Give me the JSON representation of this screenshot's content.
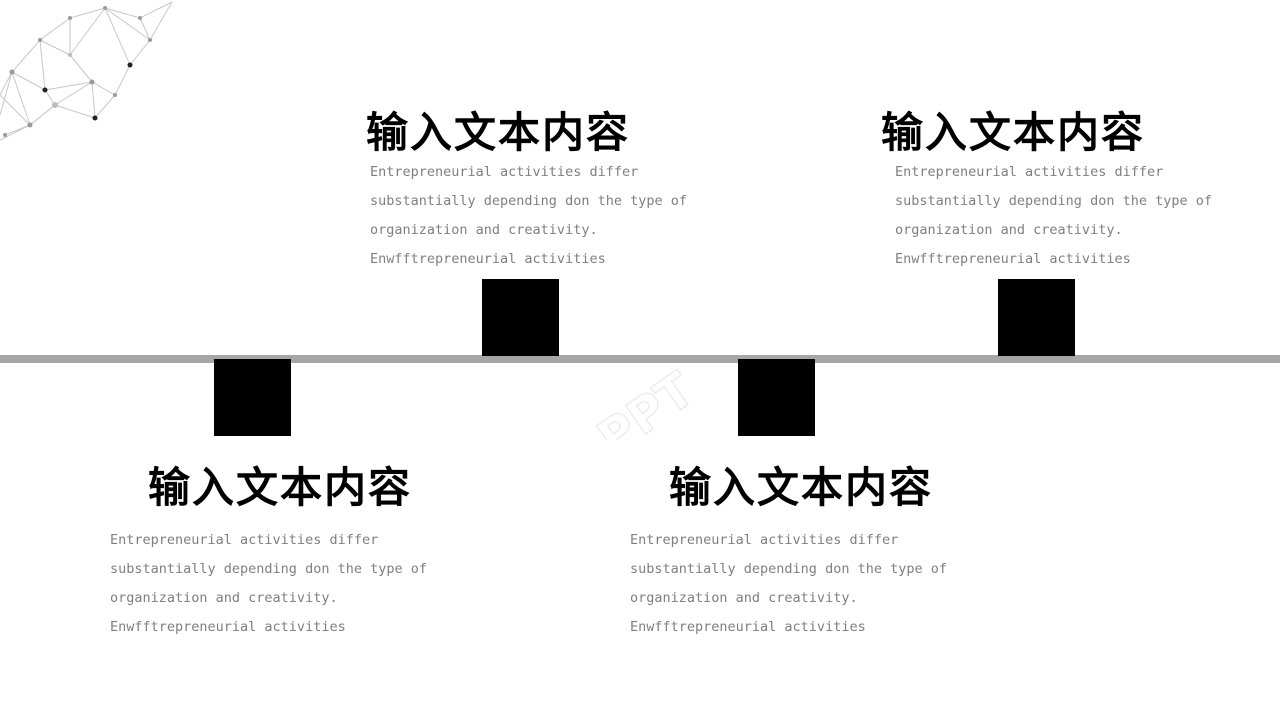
{
  "watermark_text": "PPT",
  "items": [
    {
      "title": "输入文本内容",
      "lines": [
        "Entrepreneurial activities differ",
        "substantially depending don the type of",
        "organization and creativity.",
        "Enwfftrepreneurial activities"
      ]
    },
    {
      "title": "输入文本内容",
      "lines": [
        "Entrepreneurial activities differ",
        "substantially depending don the type of",
        "organization and creativity.",
        "Enwfftrepreneurial activities"
      ]
    },
    {
      "title": "输入文本内容",
      "lines": [
        "Entrepreneurial activities differ",
        "substantially depending don the type of",
        "organization and creativity.",
        "Enwfftrepreneurial activities"
      ]
    },
    {
      "title": "输入文本内容",
      "lines": [
        "Entrepreneurial activities differ",
        "substantially depending don the type of",
        "organization and creativity.",
        "Enwfftrepreneurial activities"
      ]
    }
  ],
  "colors": {
    "timeline": "#a6a6a6",
    "marker": "#000000",
    "heading": "#000000",
    "body": "#7f7f7f"
  }
}
